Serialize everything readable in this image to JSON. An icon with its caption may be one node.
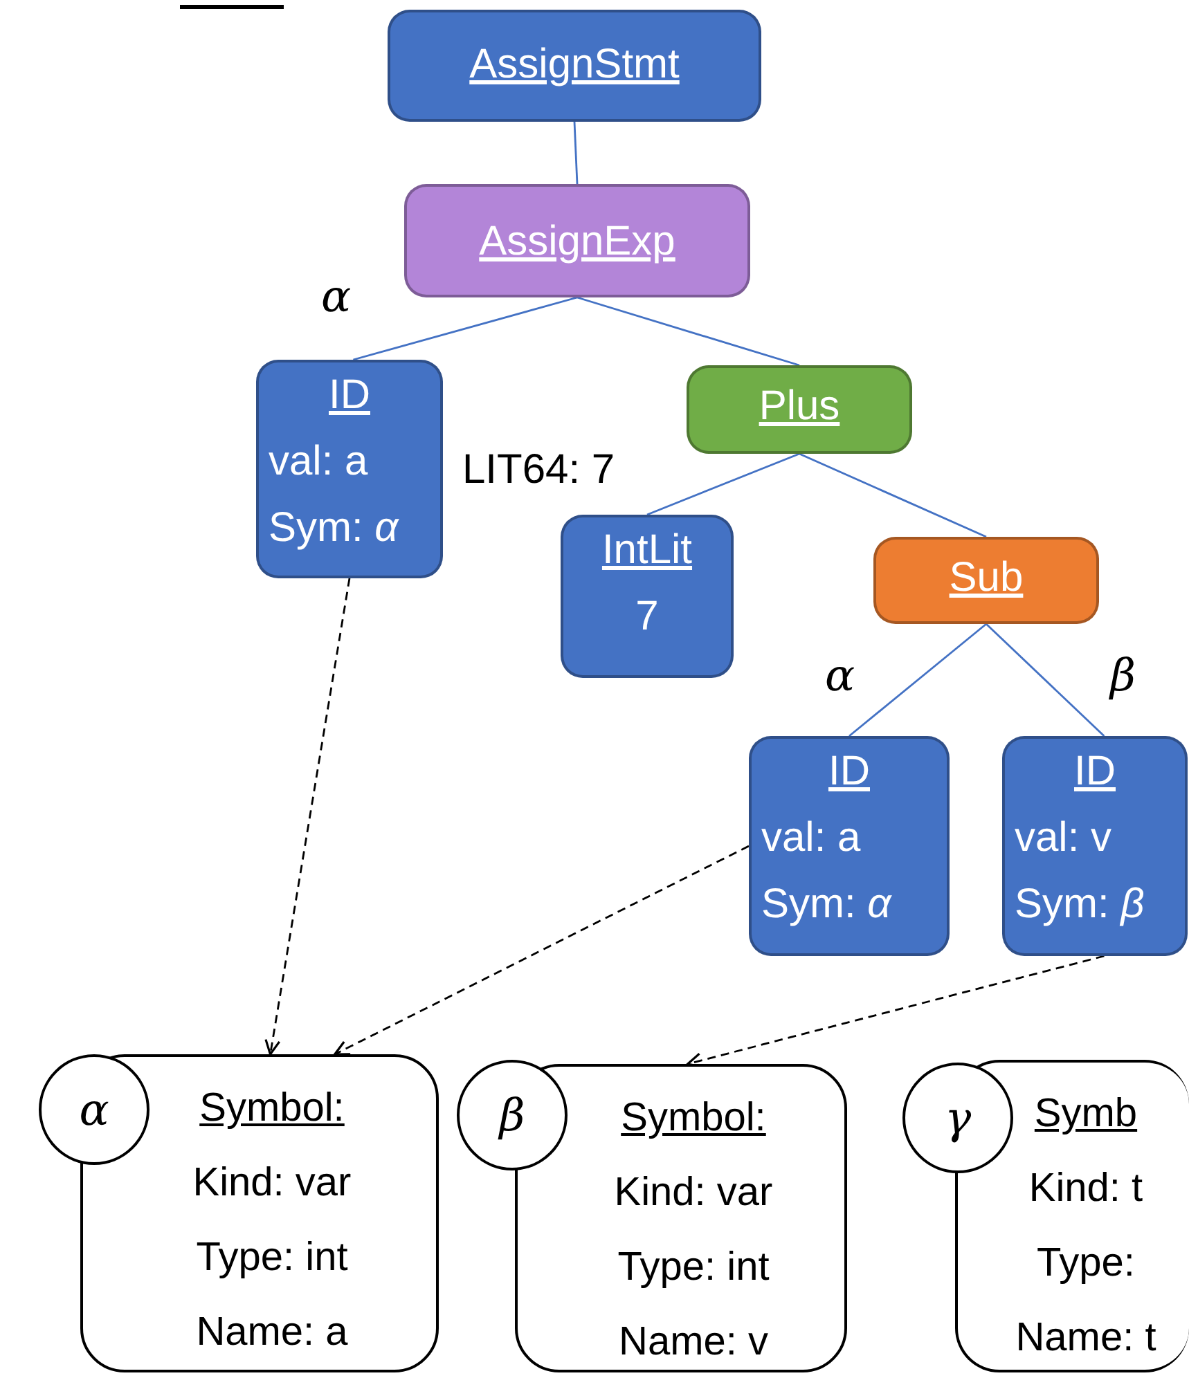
{
  "diagram": {
    "nodes": [
      {
        "text": [
          "AssignStmt"
        ]
      },
      {
        "text": [
          "AssignExp"
        ]
      },
      {
        "text": [
          "ID",
          "val: a",
          "Sym: *α*"
        ]
      },
      {
        "text": [
          "Plus"
        ]
      },
      {
        "text": [
          "IntLit",
          "7"
        ]
      },
      {
        "text": [
          "Sub"
        ]
      },
      {
        "text": [
          "ID",
          "val: a",
          "Sym: *α*"
        ]
      },
      {
        "text": [
          "ID",
          "val: v",
          "Sym: *β*"
        ]
      },
      {
        "text": [
          "α"
        ]
      },
      {
        "text": [
          "Symbol:",
          "Kind: var",
          "Type: int",
          "Name: a"
        ]
      },
      {
        "text": [
          "β"
        ]
      },
      {
        "text": [
          "Symbol:",
          "Kind: var",
          "Type: int",
          "Name: v"
        ]
      },
      {
        "text": [
          "γ"
        ]
      },
      {
        "text": [
          "Symb",
          "Kind: t",
          "Type:",
          "Name: t"
        ]
      }
    ],
    "edges": [
      {
        "from": 0,
        "to": 1,
        "arrow": "none"
      },
      {
        "from": 1,
        "to": 2,
        "arrow": "none",
        "label": "α"
      },
      {
        "from": 1,
        "to": 3,
        "arrow": "none"
      },
      {
        "from": 3,
        "to": 4,
        "arrow": "none",
        "label": "LIT64: 7"
      },
      {
        "from": 3,
        "to": 5,
        "arrow": "none"
      },
      {
        "from": 5,
        "to": 6,
        "arrow": "none",
        "label": "α"
      },
      {
        "from": 5,
        "to": 7,
        "arrow": "none",
        "label": "β"
      },
      {
        "from": 2,
        "to": 9,
        "arrow": "to",
        "style": "dashed",
        "color": "#000000"
      },
      {
        "from": 6,
        "to": 9,
        "arrow": "to",
        "style": "dashed",
        "color": "#000000"
      },
      {
        "from": 7,
        "to": 11,
        "arrow": "to",
        "style": "dashed",
        "color": "#000000"
      }
    ]
  }
}
